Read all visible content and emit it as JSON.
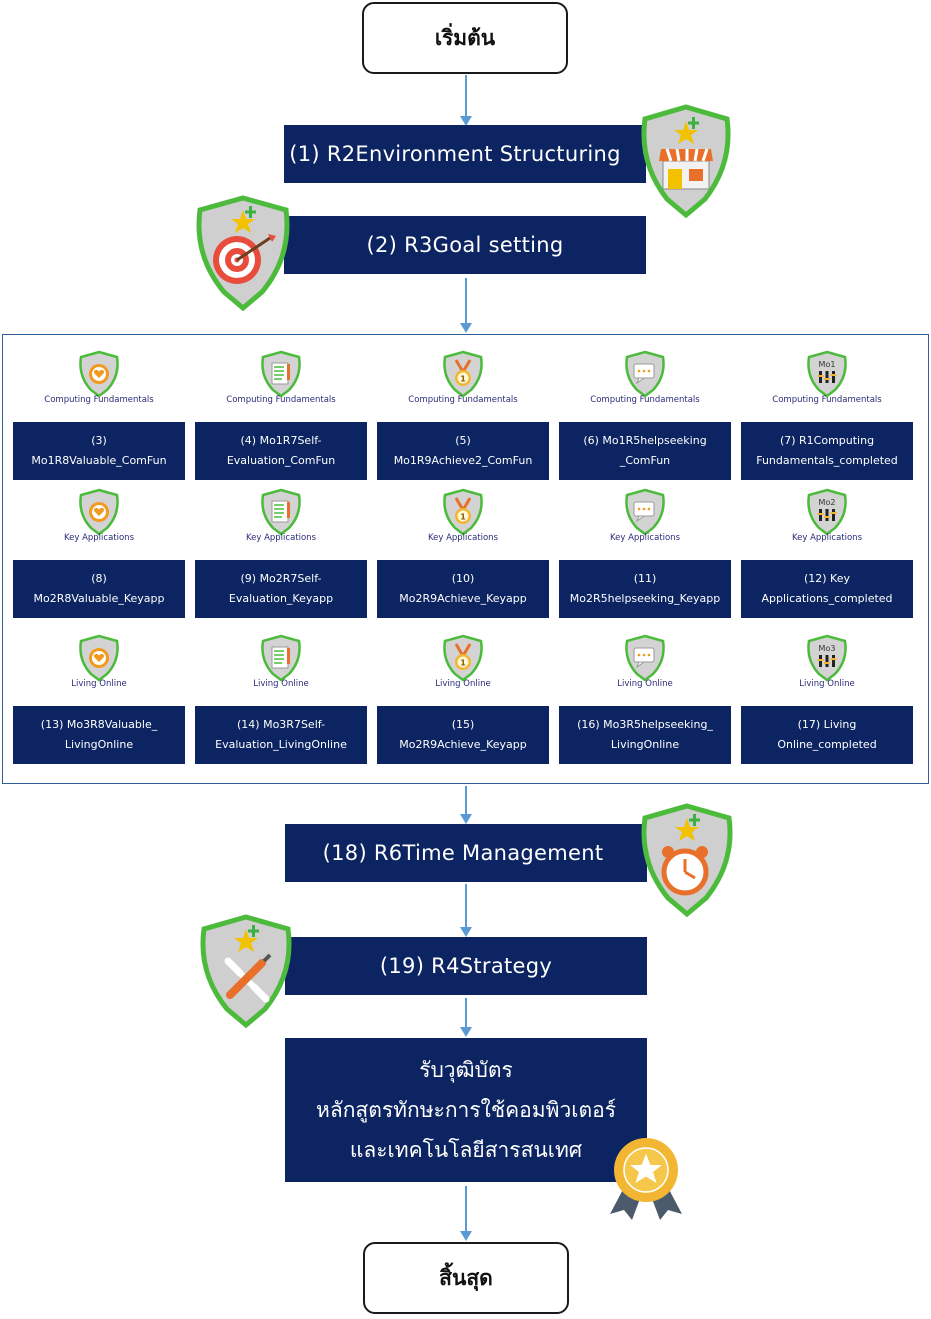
{
  "start_label": "เริ่มต้น",
  "end_label": "สิ้นสุด",
  "steps": {
    "s1": "(1) R2Environment Structuring",
    "s2": "(2) R3Goal setting",
    "s18": "(18) R6Time Management",
    "s19": "(19) R4Strategy"
  },
  "cert_lines": [
    "รับวุฒิบัตร",
    "หลักสูตรทักษะการใช้คอมพิวเตอร์",
    "และเทคโนโลยีสารสนเทศ"
  ],
  "modules": [
    {
      "badge_label": "Computing Fundamentals",
      "items": [
        {
          "icon": "heart-badge-icon",
          "line1": "(3)",
          "line2": "Mo1R8Valuable_ComFun"
        },
        {
          "icon": "checklist-badge-icon",
          "line1": "(4) Mo1R7Self-",
          "line2": "Evaluation_ComFun"
        },
        {
          "icon": "medal-badge-icon",
          "line1": "(5)",
          "line2": "Mo1R9Achieve2_ComFun"
        },
        {
          "icon": "chat-badge-icon",
          "line1": "(6) Mo1R5helpseeking",
          "line2": "_ComFun"
        },
        {
          "icon": "module-complete-badge-icon",
          "badge_text": "Mo1",
          "line1": "(7) R1Computing",
          "line2": "Fundamentals_completed"
        }
      ]
    },
    {
      "badge_label": "Key Applications",
      "items": [
        {
          "icon": "heart-badge-icon",
          "line1": "(8)",
          "line2": "Mo2R8Valuable_Keyapp"
        },
        {
          "icon": "checklist-badge-icon",
          "line1": "(9) Mo2R7Self-",
          "line2": "Evaluation_Keyapp"
        },
        {
          "icon": "medal-badge-icon",
          "line1": "(10)",
          "line2": "Mo2R9Achieve_Keyapp"
        },
        {
          "icon": "chat-badge-icon",
          "line1": "(11)",
          "line2": "Mo2R5helpseeking_Keyapp"
        },
        {
          "icon": "module-complete-badge-icon",
          "badge_text": "Mo2",
          "line1": "(12) Key",
          "line2": "Applications_completed"
        }
      ]
    },
    {
      "badge_label": "Living Online",
      "items": [
        {
          "icon": "heart-badge-icon",
          "line1": "(13) Mo3R8Valuable_",
          "line2": "LivingOnline"
        },
        {
          "icon": "checklist-badge-icon",
          "line1": "(14) Mo3R7Self-",
          "line2": "Evaluation_LivingOnline"
        },
        {
          "icon": "medal-badge-icon",
          "line1": "(15)",
          "line2": "Mo2R9Achieve_Keyapp"
        },
        {
          "icon": "chat-badge-icon",
          "line1": "(16) Mo3R5helpseeking_",
          "line2": "LivingOnline"
        },
        {
          "icon": "module-complete-badge-icon",
          "badge_text": "Mo3",
          "line1": "(17) Living",
          "line2": "Online_completed"
        }
      ]
    }
  ],
  "colors": {
    "box": "#0c2461",
    "arrow": "#5b9bd5",
    "badge_border": "#4cbb3c",
    "panel_border": "#2e5f96"
  }
}
